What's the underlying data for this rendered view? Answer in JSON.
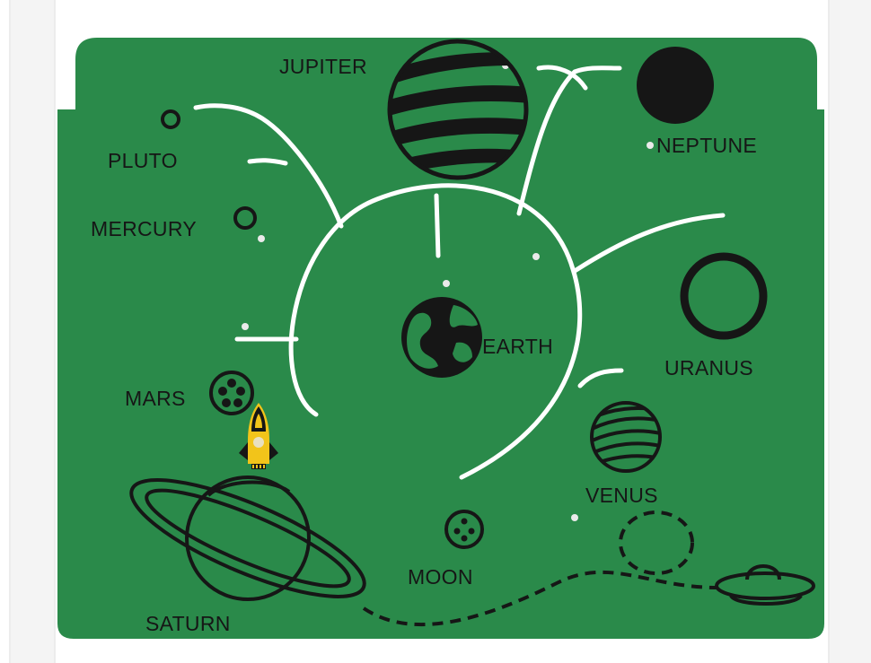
{
  "board": {
    "background_color": "#2a8a4a",
    "line_color": "#ffffff",
    "ink_color": "#161616",
    "token_color": "#f2c41a"
  },
  "planets": {
    "jupiter": "JUPITER",
    "neptune": "NEPTUNE",
    "pluto": "PLUTO",
    "mercury": "MERCURY",
    "earth": "EARTH",
    "uranus": "URANUS",
    "mars": "MARS",
    "venus": "VENUS",
    "moon": "MOON",
    "saturn": "SATURN"
  },
  "pieces": {
    "rocket": "rocket-icon",
    "ufo": "ufo-icon"
  }
}
